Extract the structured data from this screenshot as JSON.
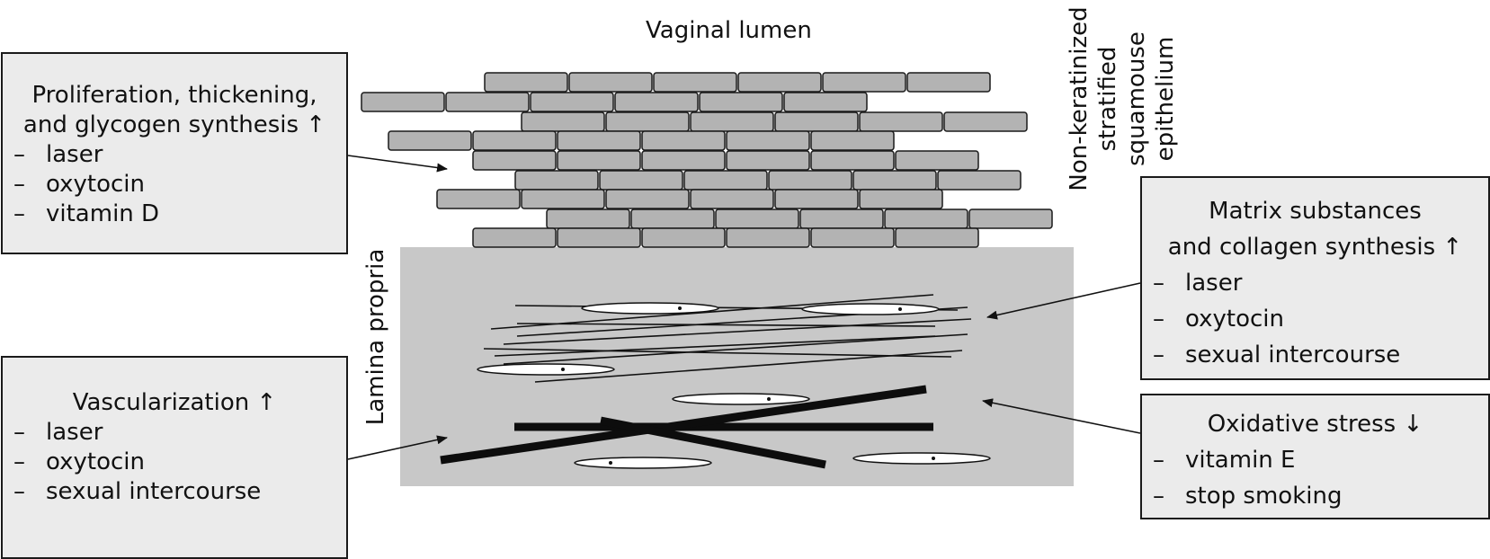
{
  "lumen_label": "Vaginal lumen",
  "epithelium_label": [
    "Non-keratinized",
    "stratified",
    "squamouse",
    "epithelium"
  ],
  "lamina_label": "Lamina propria",
  "boxes": {
    "proliferation": {
      "heading": [
        "Proliferation, thickening,",
        "and glycogen synthesis ↑"
      ],
      "items": [
        "laser",
        "oxytocin",
        "vitamin D"
      ]
    },
    "vascularization": {
      "heading": [
        "Vascularization ↑"
      ],
      "items": [
        "laser",
        "oxytocin",
        "sexual intercourse"
      ]
    },
    "matrix": {
      "heading": [
        "Matrix substances",
        "and collagen synthesis ↑"
      ],
      "items": [
        "laser",
        "oxytocin",
        "sexual intercourse"
      ]
    },
    "oxidative": {
      "heading": [
        "Oxidative stress ↓"
      ],
      "items": [
        "vitamin E",
        "stop smoking"
      ]
    }
  },
  "dash": "–"
}
